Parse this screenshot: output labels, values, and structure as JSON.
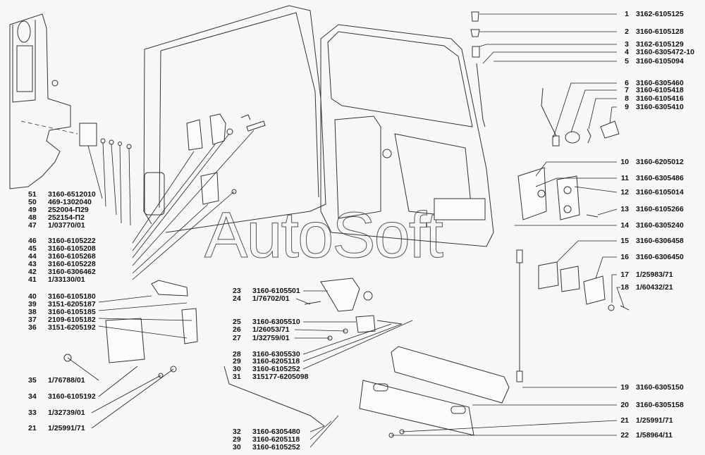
{
  "watermark": "AutoSoft",
  "right_labels": [
    {
      "num": "1",
      "part": "3162-6105125"
    },
    {
      "num": "2",
      "part": "3160-6105128"
    },
    {
      "num": "3",
      "part": "3162-6105129"
    },
    {
      "num": "4",
      "part": "3160-6305472-10"
    },
    {
      "num": "5",
      "part": "3160-6105094"
    },
    {
      "num": "6",
      "part": "3160-6305460"
    },
    {
      "num": "7",
      "part": "3160-6105418"
    },
    {
      "num": "8",
      "part": "3160-6105416"
    },
    {
      "num": "9",
      "part": "3160-6305410"
    },
    {
      "num": "10",
      "part": "3160-6205012"
    },
    {
      "num": "11",
      "part": "3160-6305486"
    },
    {
      "num": "12",
      "part": "3160-6105014"
    },
    {
      "num": "13",
      "part": "3160-6105266"
    },
    {
      "num": "14",
      "part": "3160-6305240"
    },
    {
      "num": "15",
      "part": "3160-6306458"
    },
    {
      "num": "16",
      "part": "3160-6306450"
    },
    {
      "num": "17",
      "part": "1/25983/71"
    },
    {
      "num": "18",
      "part": "1/60432/21"
    },
    {
      "num": "19",
      "part": "3160-6305150"
    },
    {
      "num": "20",
      "part": "3160-6305158"
    },
    {
      "num": "21",
      "part": "1/25991/71"
    },
    {
      "num": "22",
      "part": "1/58964/11"
    }
  ],
  "left_labels": [
    {
      "num": "51",
      "part": "3160-6512010"
    },
    {
      "num": "50",
      "part": "469-1302040"
    },
    {
      "num": "49",
      "part": "252004-П29"
    },
    {
      "num": "48",
      "part": "252154-П2"
    },
    {
      "num": "47",
      "part": "1/03770/01"
    },
    {
      "num": "46",
      "part": "3160-6105222"
    },
    {
      "num": "45",
      "part": "3160-6105208"
    },
    {
      "num": "44",
      "part": "3160-6105268"
    },
    {
      "num": "43",
      "part": "3160-6105228"
    },
    {
      "num": "42",
      "part": "3160-6306462"
    },
    {
      "num": "41",
      "part": "1/33130/01"
    },
    {
      "num": "40",
      "part": "3160-6105180"
    },
    {
      "num": "39",
      "part": "3151-6205187"
    },
    {
      "num": "38",
      "part": "3160-6105185"
    },
    {
      "num": "37",
      "part": "2109-6105182"
    },
    {
      "num": "36",
      "part": "3151-6205192"
    },
    {
      "num": "35",
      "part": "1/76788/01"
    },
    {
      "num": "34",
      "part": "3160-6105192"
    },
    {
      "num": "33",
      "part": "1/32739/01"
    },
    {
      "num": "21",
      "part": "1/25991/71"
    }
  ],
  "center_labels": [
    {
      "num": "23",
      "part": "3160-6105501"
    },
    {
      "num": "24",
      "part": "1/76702/01"
    },
    {
      "num": "25",
      "part": "3160-6305510"
    },
    {
      "num": "26",
      "part": "1/26053/71"
    },
    {
      "num": "27",
      "part": "1/32759/01"
    },
    {
      "num": "28",
      "part": "3160-6305530"
    },
    {
      "num": "29",
      "part": "3160-6205118"
    },
    {
      "num": "30",
      "part": "3160-6105252"
    },
    {
      "num": "31",
      "part": "315177-6205098"
    },
    {
      "num": "32",
      "part": "3160-6305480"
    },
    {
      "num": "29",
      "part": "3160-6205118"
    },
    {
      "num": "30",
      "part": "3160-6105252"
    }
  ]
}
